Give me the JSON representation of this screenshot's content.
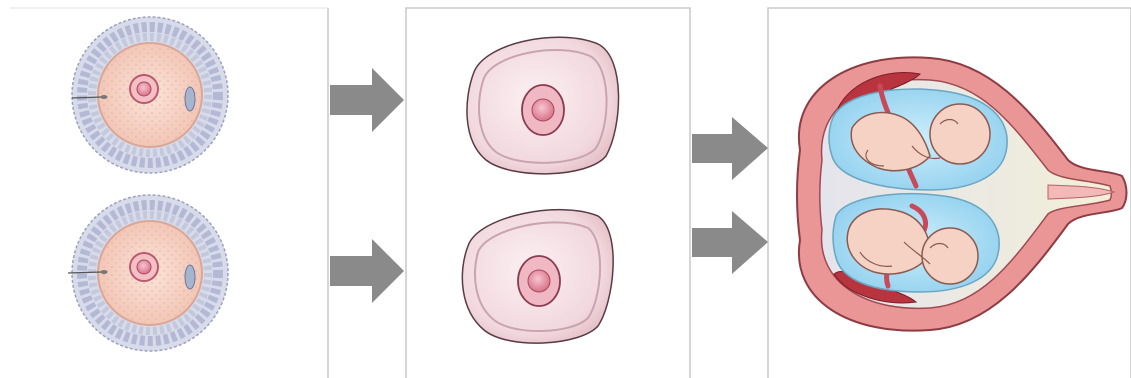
{
  "diagram": {
    "panels": [
      {
        "id": "fertilized-eggs",
        "stage": "fertilization",
        "count": 2
      },
      {
        "id": "zygotes",
        "stage": "cleavage",
        "count": 2
      },
      {
        "id": "uterus-twins",
        "stage": "pregnancy",
        "count": 2
      }
    ],
    "arrows": [
      {
        "from": "egg-top",
        "to": "zygote-top"
      },
      {
        "from": "egg-bottom",
        "to": "zygote-bottom"
      },
      {
        "from": "zygote-top",
        "to": "uterus"
      },
      {
        "from": "zygote-bottom",
        "to": "uterus"
      }
    ],
    "colors": {
      "panel_border": "#c9c9c9",
      "arrow": "#8a8a8a",
      "egg_cytoplasm": "#f6d2c4",
      "corona_cells": "#b9bfd6",
      "nucleus": "#e58ea0",
      "zona": "#f4e1e6",
      "uterus_wall": "#ea8f8f",
      "amniotic_fluid": "#a9dcf4",
      "fetus": "#f6d3c6"
    }
  }
}
